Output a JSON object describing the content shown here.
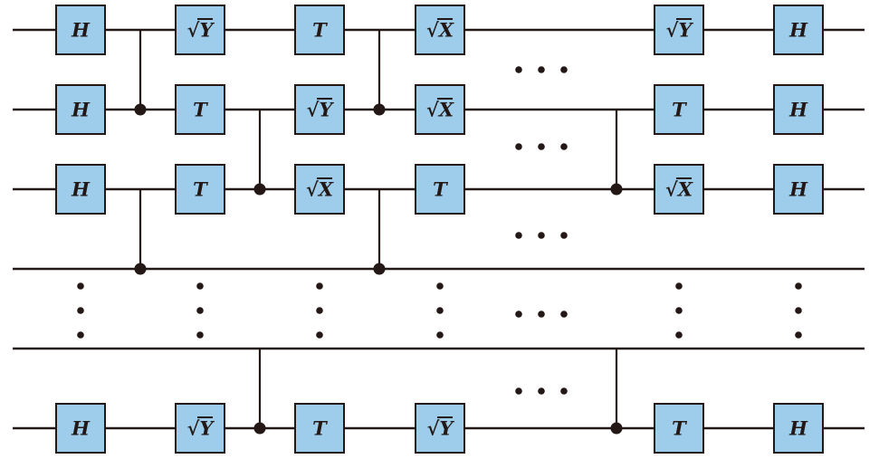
{
  "colors": {
    "gate_fill": "#9dcdea",
    "line": "#231815",
    "background": "#ffffff"
  },
  "diagram": {
    "type": "quantum-circuit",
    "gate_labels": {
      "H": "H",
      "T": "T",
      "sqrtX": "√X",
      "sqrtY": "√Y"
    },
    "wires": [
      {
        "id": "q1",
        "gates": [
          {
            "col": 0,
            "gate": "H"
          },
          {
            "col": 1,
            "gate": "sqrtY"
          },
          {
            "col": 2,
            "gate": "T"
          },
          {
            "col": 3,
            "gate": "sqrtX"
          },
          {
            "col": 4,
            "gate": "sqrtY"
          },
          {
            "col": 5,
            "gate": "H"
          }
        ]
      },
      {
        "id": "q2",
        "gates": [
          {
            "col": 0,
            "gate": "H"
          },
          {
            "col": 1,
            "gate": "T"
          },
          {
            "col": 2,
            "gate": "sqrtY"
          },
          {
            "col": 3,
            "gate": "sqrtX"
          },
          {
            "col": 4,
            "gate": "T"
          },
          {
            "col": 5,
            "gate": "H"
          }
        ]
      },
      {
        "id": "q3",
        "gates": [
          {
            "col": 0,
            "gate": "H"
          },
          {
            "col": 1,
            "gate": "T"
          },
          {
            "col": 2,
            "gate": "sqrtX"
          },
          {
            "col": 3,
            "gate": "T"
          },
          {
            "col": 4,
            "gate": "sqrtX"
          },
          {
            "col": 5,
            "gate": "H"
          }
        ]
      },
      {
        "id": "q4",
        "gates": []
      },
      {
        "id": "q5",
        "gates": []
      },
      {
        "id": "qn",
        "gates": [
          {
            "col": 0,
            "gate": "H"
          },
          {
            "col": 1,
            "gate": "sqrtY"
          },
          {
            "col": 2,
            "gate": "T"
          },
          {
            "col": 3,
            "gate": "sqrtY"
          },
          {
            "col": 4,
            "gate": "T"
          },
          {
            "col": 5,
            "gate": "H"
          }
        ]
      }
    ],
    "entanglers": [
      {
        "between": [
          "q1",
          "q2"
        ],
        "after_col": 0
      },
      {
        "between": [
          "q3",
          "q4"
        ],
        "after_col": 0
      },
      {
        "between": [
          "q2",
          "q3"
        ],
        "after_col": 1
      },
      {
        "between": [
          "q5",
          "qn"
        ],
        "after_col": 1
      },
      {
        "between": [
          "q1",
          "q2"
        ],
        "after_col": 2
      },
      {
        "between": [
          "q3",
          "q4"
        ],
        "after_col": 2
      },
      {
        "between": [
          "q2",
          "q3"
        ],
        "after_col": 3
      },
      {
        "between": [
          "q5",
          "qn"
        ],
        "after_col": 3
      }
    ],
    "horizontal_ellipsis_rows": [
      "q1-q2",
      "q2-q3",
      "q3-q4",
      "q4-q5",
      "q5-qn"
    ],
    "vertical_ellipsis_cols": [
      0,
      1,
      2,
      3,
      4,
      5
    ],
    "ellipsis_glyph": "•"
  }
}
